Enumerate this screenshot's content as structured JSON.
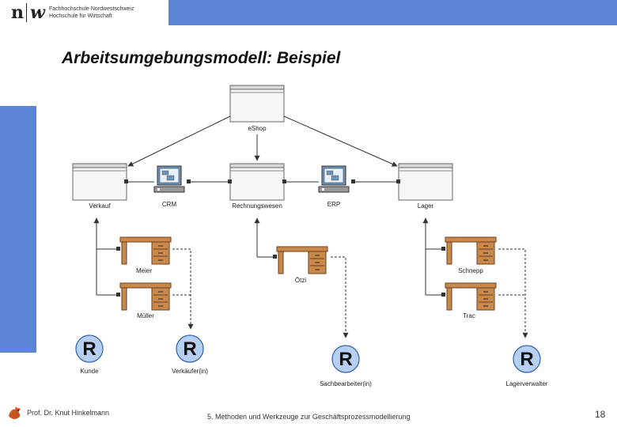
{
  "header": {
    "logo_mark_a": "n",
    "logo_mark_b": "w",
    "org_line1": "Fachhochschule Nordwestschweiz",
    "org_line2": "Hochschule für Wirtschaft"
  },
  "title": "Arbeitsumgebungsmodell: Beispiel",
  "diagram": {
    "shop": "eShop",
    "verkauf": "Verkauf",
    "crm": "CRM",
    "rechnungswesen": "Rechnungswesen",
    "erp": "ERP",
    "lager": "Lager",
    "meier": "Meier",
    "mueller": "Müller",
    "oetzi": "Ötzi",
    "schnepp": "Schnepp",
    "trac": "Trac",
    "role_letter": "R",
    "kunde": "Kunde",
    "verkaeufer": "Verkäufer(in)",
    "sachbearbeiter": "Sachbearbeiter(in)",
    "lagerverwalter": "Lagerverwalter"
  },
  "footer": {
    "author": "Prof. Dr. Knut Hinkelmann",
    "course": "5. Methoden und Werkzeuge zur Geschäftsprozessmodellierung",
    "page": "18"
  },
  "colors": {
    "accent": "#5b86d6",
    "desk": "#c8894b",
    "role_fill": "#b7cff2"
  }
}
